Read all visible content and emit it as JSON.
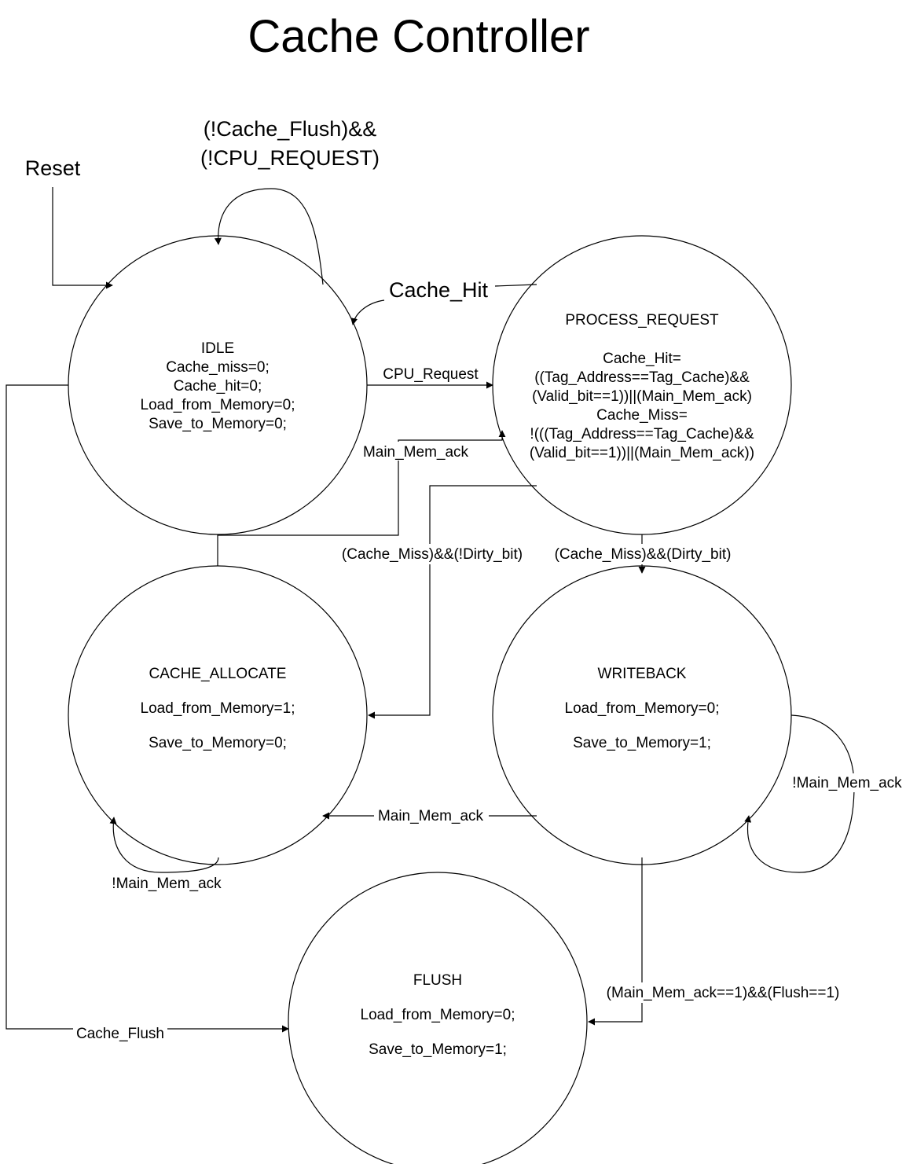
{
  "title": "Cache Controller",
  "reset_label": "Reset",
  "states": {
    "idle": {
      "name": "IDLE",
      "lines": [
        "Cache_miss=0;",
        "Cache_hit=0;",
        "Load_from_Memory=0;",
        "Save_to_Memory=0;"
      ]
    },
    "process_request": {
      "name": "PROCESS_REQUEST",
      "lines": [
        "Cache_Hit=",
        "((Tag_Address==Tag_Cache)&&",
        "(Valid_bit==1))||(Main_Mem_ack)",
        "Cache_Miss=",
        "!(((Tag_Address==Tag_Cache)&&",
        "(Valid_bit==1))||(Main_Mem_ack))"
      ]
    },
    "cache_allocate": {
      "name": "CACHE_ALLOCATE",
      "lines": [
        "Load_from_Memory=1;",
        "Save_to_Memory=0;"
      ]
    },
    "writeback": {
      "name": "WRITEBACK",
      "lines": [
        "Load_from_Memory=0;",
        "Save_to_Memory=1;"
      ]
    },
    "flush": {
      "name": "FLUSH",
      "lines": [
        "Load_from_Memory=0;",
        "Save_to_Memory=1;"
      ]
    }
  },
  "transitions": {
    "idle_self": [
      "(!Cache_Flush)&&",
      "(!CPU_REQUEST)"
    ],
    "cache_hit": "Cache_Hit",
    "cpu_request": "CPU_Request",
    "main_mem_ack_alloc_to_pr": "Main_Mem_ack",
    "miss_not_dirty": "(Cache_Miss)&&(!Dirty_bit)",
    "miss_dirty": "(Cache_Miss)&&(Dirty_bit)",
    "wb_self": "!Main_Mem_ack",
    "wb_to_alloc": "Main_Mem_ack",
    "alloc_self": "!Main_Mem_ack",
    "wb_to_flush": "(Main_Mem_ack==1)&&(Flush==1)",
    "cache_flush": "Cache_Flush"
  }
}
